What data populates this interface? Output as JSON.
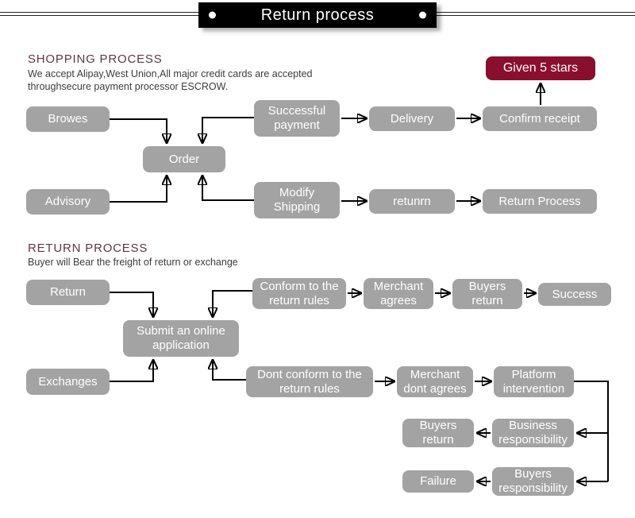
{
  "title_bar": {
    "title": "Return process"
  },
  "colors": {
    "node_gray": "#a3a3a3",
    "accent": "#8a0e2d",
    "heading": "#5d3742"
  },
  "shopping_section": {
    "heading": "SHOPPING PROCESS",
    "description_line1": "We accept Alipay,West Union,All major credit cards are accepted",
    "description_line2": "throughsecure payment processor ESCROW.",
    "nodes": {
      "browes": "Browes",
      "order": "Order",
      "advisory": "Advisory",
      "successful_payment": "Successful payment",
      "delivery": "Delivery",
      "confirm_receipt": "Confirm receipt",
      "given_5_stars": "Given 5 stars",
      "modify_shipping": "Modify Shipping",
      "retunrn": "retunrn",
      "return_process": "Return Process"
    }
  },
  "return_section": {
    "heading": "RETURN PROCESS",
    "description": "Buyer will Bear the freight of return or exchange",
    "nodes": {
      "return": "Return",
      "submit_application": "Submit an online application",
      "exchanges": "Exchanges",
      "conform_rules": "Conform to the return rules",
      "merchant_agrees": "Merchant agrees",
      "buyers_return": "Buyers return",
      "success": "Success",
      "dont_conform_rules": "Dont conform to the return rules",
      "merchant_dont_agrees": "Merchant dont agrees",
      "platform_intervention": "Platform intervention",
      "business_responsibility": "Business responsibility",
      "buyers_return_2": "Buyers return",
      "buyers_responsibility": "Buyers responsibility",
      "failure": "Failure"
    }
  }
}
